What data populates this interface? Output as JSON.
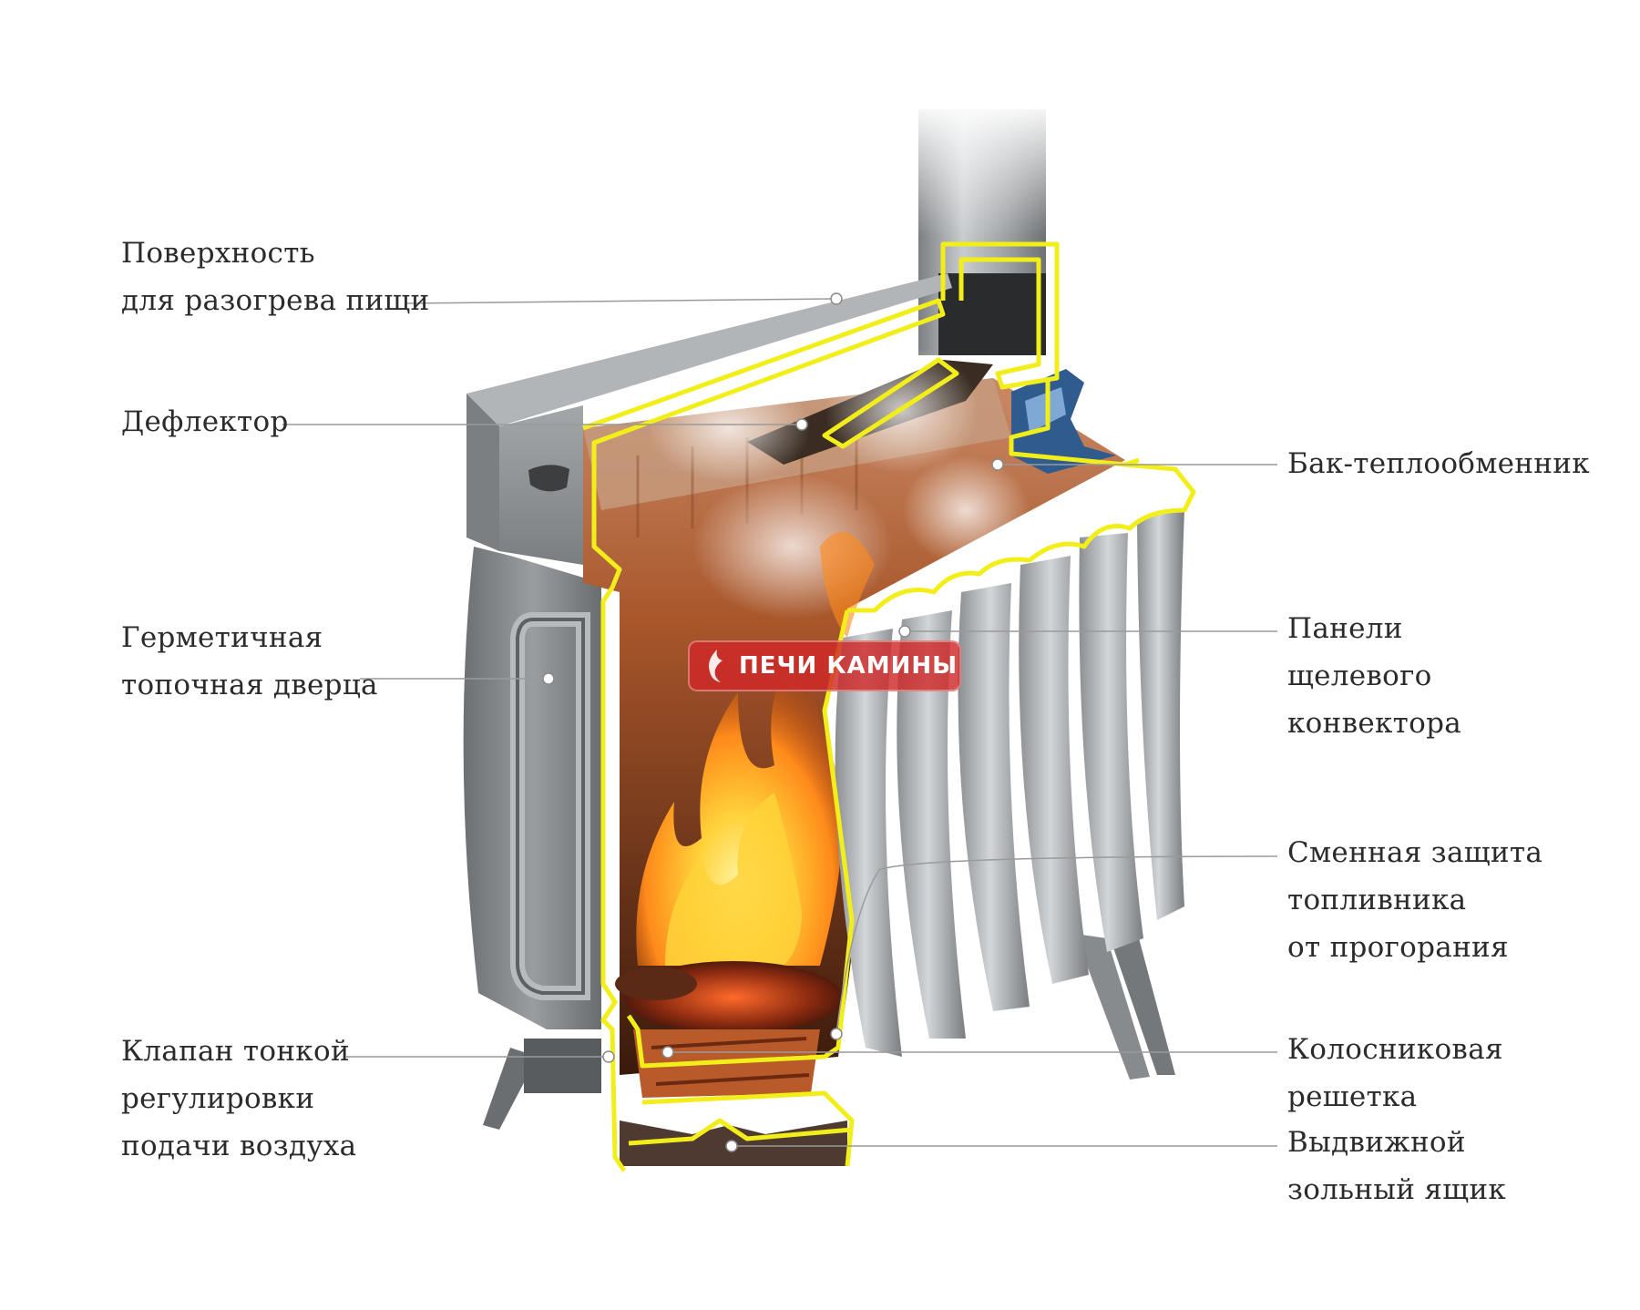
{
  "labels": {
    "surface": [
      "Поверхность",
      "для разогрева пищи"
    ],
    "deflector": [
      "Дефлектор"
    ],
    "door": [
      "Герметичная",
      "топочная дверца"
    ],
    "valve": [
      "Клапан тонкой",
      "регулировки",
      "подачи воздуха"
    ],
    "tank": [
      "Бак-теплообменник"
    ],
    "panels": [
      "Панели",
      "щелевого",
      "конвектора"
    ],
    "protection": [
      "Сменная защита",
      "топливника",
      "от прогорания"
    ],
    "grate": [
      "Колосниковая",
      "решетка"
    ],
    "ashbox": [
      "Выдвижной",
      "зольный ящик"
    ]
  },
  "watermark": {
    "text": "ПЕЧИ КАМИНЫ"
  },
  "colors": {
    "steel": "#8a8d90",
    "steel_dark": "#55585b",
    "steel_light": "#c4c7ca",
    "cut_outline": "#f2ee1a",
    "fire_orange": "#ff8a1a",
    "fire_yellow": "#ffd23a",
    "firebox_back": "#a8562a",
    "leader_line": "#9a9a9a",
    "label_text": "#2b2b2b",
    "watermark_red": "#d02828"
  }
}
